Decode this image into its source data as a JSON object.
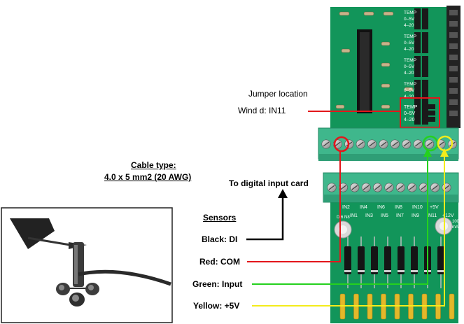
{
  "labels": {
    "jumper_location": "Jumper location",
    "wind_d": "Wind d: IN11",
    "cable_type_title": "Cable type:",
    "cable_type_value": "4.0 x 5 mm2 (20 AWG)",
    "to_digital": "To digital input card",
    "sensors_title": "Sensors",
    "black": "Black: DI",
    "red": "Red: COM",
    "green": "Green: Input",
    "yellow": "Yellow: +5V"
  },
  "jumper_block": [
    "TEMP",
    "0–5V",
    "4–20"
  ],
  "jumper_rows": [
    [
      "TEMP",
      "0–5V",
      "4–20"
    ],
    [
      "TEMP",
      "0–5V",
      "4–20"
    ],
    [
      "TEMP",
      "0–5V",
      "4–20"
    ],
    [
      "TEMP",
      "0–5V",
      "4–20"
    ],
    [
      "TEMP",
      "0–5V",
      "4–20"
    ]
  ],
  "input_labels": [
    "IN2",
    "IN4",
    "IN6",
    "IN8",
    "IN10",
    "+5V",
    "IN1",
    "IN3",
    "IN5",
    "IN7",
    "IN9",
    "IN11",
    "+12V"
  ],
  "board_text": [
    "DI6 N8",
    "100",
    "mA"
  ],
  "colors": {
    "board": "#12955a",
    "terminal": "#3fb78c",
    "black_wire": "#000000",
    "red_wire": "#e4161b",
    "green_wire": "#25d11e",
    "yellow_wire": "#f3ec1c"
  }
}
